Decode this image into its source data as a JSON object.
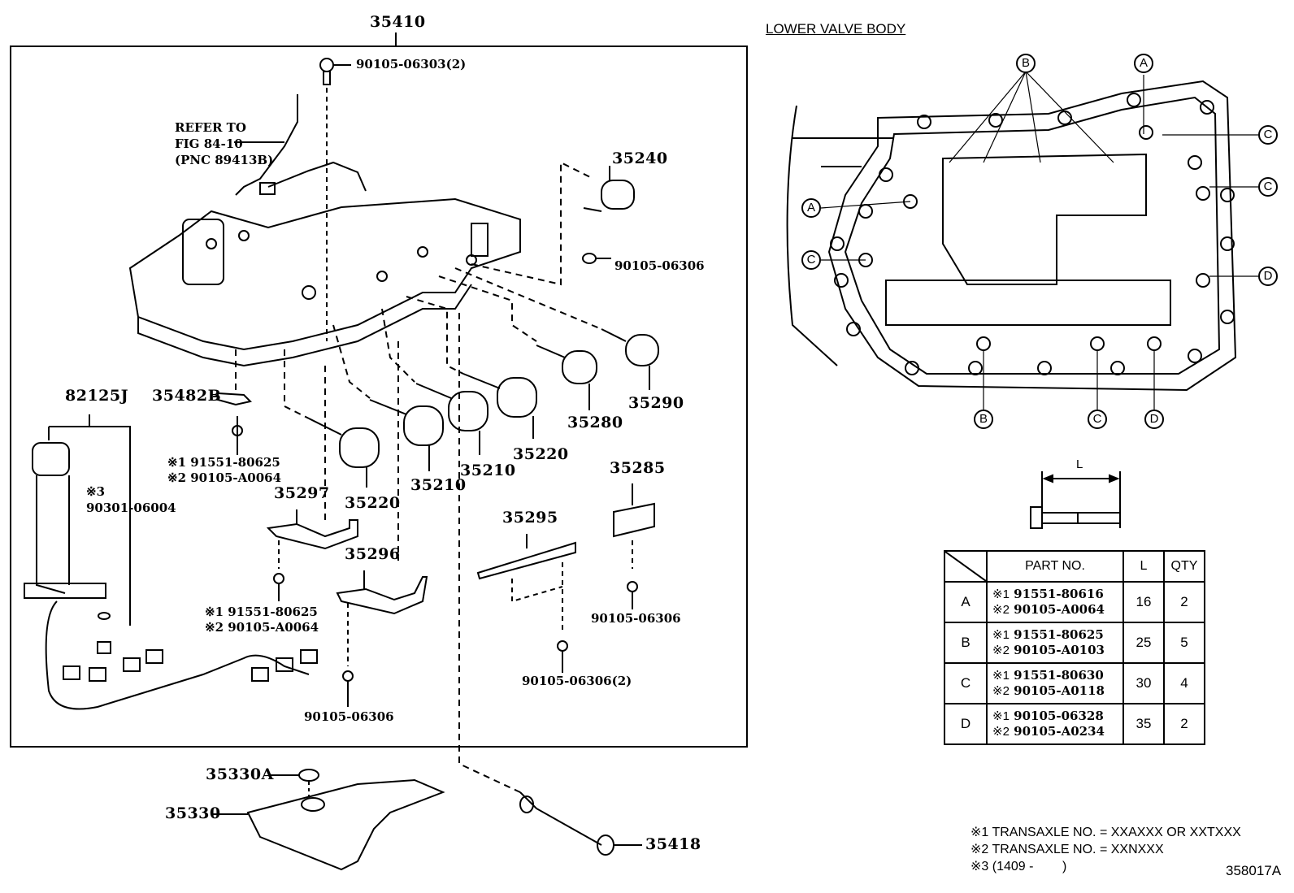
{
  "figure_id": "358017A",
  "main_assembly": {
    "part_no": "35410",
    "reference_note": [
      "REFER TO",
      "FIG 84-10",
      "(PNC 89413B)"
    ]
  },
  "parts": [
    {
      "id": "p-90105-06303",
      "label": "90105-06303(2)"
    },
    {
      "id": "p-35240",
      "label": "35240"
    },
    {
      "id": "p-90105-06306-a",
      "label": "90105-06306"
    },
    {
      "id": "p-35290",
      "label": "35290"
    },
    {
      "id": "p-35280",
      "label": "35280"
    },
    {
      "id": "p-35220-a",
      "label": "35220"
    },
    {
      "id": "p-35210-a",
      "label": "35210"
    },
    {
      "id": "p-35210-b",
      "label": "35210"
    },
    {
      "id": "p-35220-b",
      "label": "35220"
    },
    {
      "id": "p-82125J",
      "label": "82125J"
    },
    {
      "id": "p-35482B",
      "label": "35482B"
    },
    {
      "id": "p-35297",
      "label": "35297"
    },
    {
      "id": "p-35296",
      "label": "35296"
    },
    {
      "id": "p-35295",
      "label": "35295"
    },
    {
      "id": "p-35285",
      "label": "35285"
    },
    {
      "id": "p-90105-06306-b",
      "label": "90105-06306"
    },
    {
      "id": "p-90105-06306-c",
      "label": "90105-06306(2)"
    },
    {
      "id": "p-90105-06306-d",
      "label": "90105-06306"
    },
    {
      "id": "p-35330A",
      "label": "35330A"
    },
    {
      "id": "p-35330",
      "label": "35330"
    },
    {
      "id": "p-35418",
      "label": "35418"
    }
  ],
  "variant_labels": {
    "bolt_35482": [
      "※1 91551-80625",
      "※2 90105-A0064"
    ],
    "bolt_35297": [
      "※1 91551-80625",
      "※2 90105-A0064"
    ],
    "harness_clip": [
      "※3",
      "90301-06004"
    ]
  },
  "lower_valve_body": {
    "title": "LOWER VALVE BODY",
    "callouts": [
      "B",
      "A",
      "C",
      "C",
      "A",
      "C",
      "D",
      "B",
      "C",
      "D"
    ]
  },
  "bolt_dimension_label": "L",
  "spec_table": {
    "headers": [
      "",
      "PART NO.",
      "L",
      "QTY"
    ],
    "rows": [
      {
        "key": "A",
        "part1": "91551-80616",
        "part2": "90105-A0064",
        "L": "16",
        "qty": "2"
      },
      {
        "key": "B",
        "part1": "91551-80625",
        "part2": "90105-A0103",
        "L": "25",
        "qty": "5"
      },
      {
        "key": "C",
        "part1": "91551-80630",
        "part2": "90105-A0118",
        "L": "30",
        "qty": "4"
      },
      {
        "key": "D",
        "part1": "90105-06328",
        "part2": "90105-A0234",
        "L": "35",
        "qty": "2"
      }
    ],
    "marker1": "※1",
    "marker2": "※2"
  },
  "notes": [
    "※1 TRANSAXLE NO. = XXAXXX OR XXTXXX",
    "※2 TRANSAXLE NO. = XXNXXX",
    "※3 (1409 -        )"
  ]
}
